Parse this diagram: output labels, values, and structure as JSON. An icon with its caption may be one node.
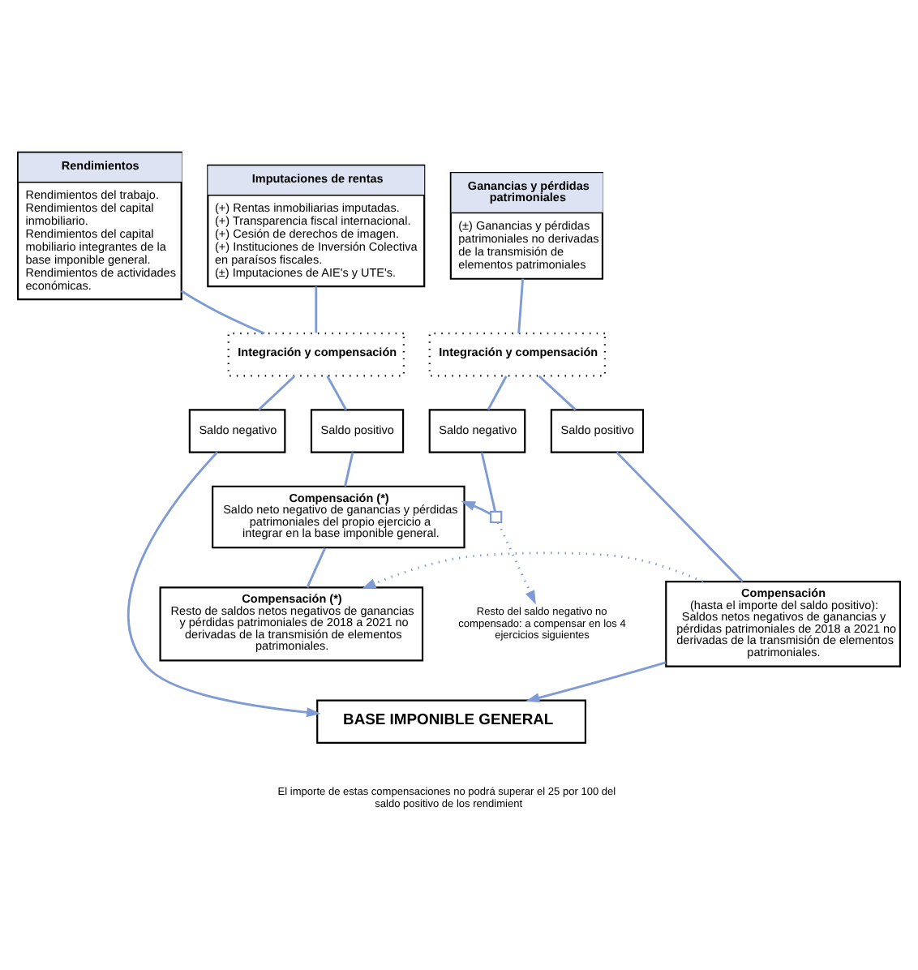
{
  "diagram": {
    "nodes": [
      {
        "text": [
          "Rendimientos",
          "Rendimientos del trabajo.",
          "Rendimientos del capital inmobiliario.",
          "Rendimientos del capital mobiliario integrantes de la base imponible general.",
          "Rendimientos de actividades económicas."
        ]
      },
      {
        "text": [
          "Imputaciones de rentas",
          "(+) Rentas inmobiliarias imputadas.",
          "(+) Transparencia fiscal internacional.",
          "(+) Cesión de derechos de imagen.",
          "(+) Instituciones de Inversión Colectiva en paraísos fiscales.",
          "(±) Imputaciones de AIE's y UTE's."
        ]
      },
      {
        "text": [
          "Ganancias y pérdidas patrimoniales",
          "(±) Ganancias y pérdidas patrimoniales no derivadas de la transmisión de elementos patrimoniales"
        ]
      },
      {
        "text": [
          "Integración y compensación"
        ]
      },
      {
        "text": [
          "Integración y compensación"
        ]
      },
      {
        "text": [
          "Saldo negativo"
        ]
      },
      {
        "text": [
          "Saldo positivo"
        ]
      },
      {
        "text": [
          "Saldo negativo"
        ]
      },
      {
        "text": [
          "Saldo positivo"
        ]
      },
      {
        "text": [
          "Compensación (*)",
          "Saldo neto negativo de ganancias y pérdidas patrimoniales del propio ejercicio a integrar en la base imponible general."
        ]
      },
      {
        "text": [],
        "shape": "box"
      },
      {
        "text": [
          "Resto del saldo negativo no compensado: a compensar en los 4 ejercicios siguientes"
        ]
      },
      {
        "text": [
          "Compensación (*)",
          "Resto de saldos netos negativos de ganancias y pérdidas patrimoniales de 2018 a 2021 no derivadas de la transmisión de elementos patrimoniales."
        ]
      },
      {
        "text": [
          "Compensación",
          "(hasta el importe del saldo positivo):",
          "Saldos netos negativos de ganancias y pérdidas patrimoniales de 2018 a 2021 no derivadas de la transmisión de elementos patrimoniales."
        ]
      },
      {
        "text": [
          "BASE IMPONIBLE GENERAL"
        ]
      }
    ],
    "edges": [
      {
        "from": 0,
        "to": 3,
        "arrow": "none"
      },
      {
        "from": 1,
        "to": 3,
        "arrow": "none"
      },
      {
        "from": 2,
        "to": 4,
        "arrow": "none"
      },
      {
        "from": 3,
        "to": 5,
        "arrow": "none"
      },
      {
        "from": 3,
        "to": 6,
        "arrow": "none"
      },
      {
        "from": 4,
        "to": 7,
        "arrow": "none"
      },
      {
        "from": 4,
        "to": 8,
        "arrow": "none"
      },
      {
        "from": 6,
        "to": 9,
        "arrow": "none"
      },
      {
        "from": 7,
        "to": 10,
        "arrow": "none"
      },
      {
        "from": 10,
        "to": 9,
        "arrow": "to"
      },
      {
        "from": 10,
        "to": 11,
        "arrow": "to",
        "style": "dashed"
      },
      {
        "from": 9,
        "to": 12,
        "arrow": "none"
      },
      {
        "from": 8,
        "to": 13,
        "arrow": "none"
      },
      {
        "from": 13,
        "to": 12,
        "arrow": "to",
        "style": "dashed"
      },
      {
        "from": 5,
        "to": 14,
        "arrow": "to"
      },
      {
        "from": 13,
        "to": 14,
        "arrow": "to"
      }
    ],
    "labels": [
      "El importe de estas compensaciones no podrá superar el 25 por 100 del saldo positivo de los rendimient"
    ]
  }
}
